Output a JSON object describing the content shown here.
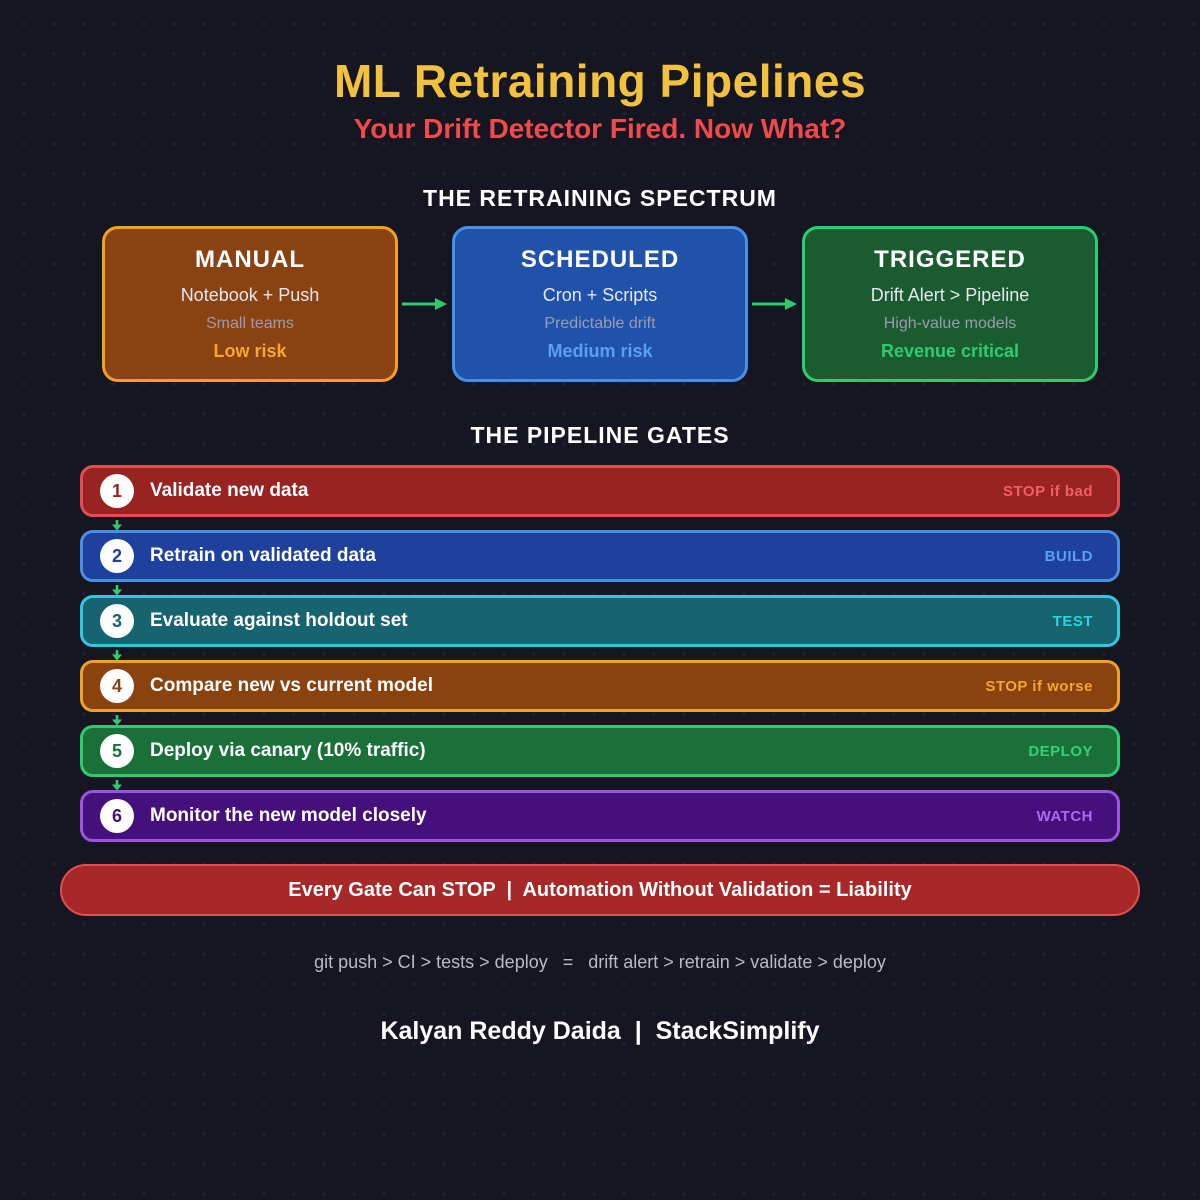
{
  "header": {
    "title": "ML Retraining Pipelines",
    "title_color": "#f2c23e",
    "subtitle": "Your Drift Detector Fired. Now What?",
    "subtitle_color": "#f04a4a"
  },
  "spectrum": {
    "heading": "THE RETRAINING SPECTRUM",
    "arrow_color": "#2ecc71",
    "cards": [
      {
        "title": "MANUAL",
        "line1": "Notebook + Push",
        "line2": "Small teams",
        "risk": "Low risk",
        "fill": "#8a4212",
        "border": "#f0a028",
        "risk_color": "#f5a72b"
      },
      {
        "title": "SCHEDULED",
        "line1": "Cron + Scripts",
        "line2": "Predictable drift",
        "risk": "Medium risk",
        "fill": "#2152aa",
        "border": "#4a90e2",
        "risk_color": "#5b9ff2"
      },
      {
        "title": "TRIGGERED",
        "line1": "Drift Alert > Pipeline",
        "line2": "High-value models",
        "risk": "Revenue critical",
        "fill": "#1a5c30",
        "border": "#2ecc71",
        "risk_color": "#2ecc71"
      }
    ]
  },
  "gates": {
    "heading": "THE PIPELINE GATES",
    "connector_color": "#2ecc71",
    "rows": [
      {
        "num": "1",
        "label": "Validate new data",
        "tag": "STOP if bad",
        "fill": "#992222",
        "border": "#e05050",
        "tag_color": "#f26060"
      },
      {
        "num": "2",
        "label": "Retrain on validated data",
        "tag": "BUILD",
        "fill": "#1f419e",
        "border": "#4a90e2",
        "tag_color": "#5b9ff2"
      },
      {
        "num": "3",
        "label": "Evaluate against holdout set",
        "tag": "TEST",
        "fill": "#156470",
        "border": "#30c8dc",
        "tag_color": "#30d0e0"
      },
      {
        "num": "4",
        "label": "Compare new vs current model",
        "tag": "STOP if worse",
        "fill": "#8a420e",
        "border": "#f0a028",
        "tag_color": "#f5a72b"
      },
      {
        "num": "5",
        "label": "Deploy via canary (10% traffic)",
        "tag": "DEPLOY",
        "fill": "#1a7038",
        "border": "#2ecc71",
        "tag_color": "#33d077"
      },
      {
        "num": "6",
        "label": "Monitor the new model closely",
        "tag": "WATCH",
        "fill": "#45107c",
        "border": "#9b55e0",
        "tag_color": "#a96bf5"
      }
    ],
    "banner": {
      "text": "Every Gate Can STOP  |  Automation Without Validation = Liability",
      "fill": "#a62828",
      "border": "#e05050"
    }
  },
  "footer": {
    "comparison": "git push > CI > tests > deploy   =   drift alert > retrain > validate > deploy",
    "credit": "Kalyan Reddy Daida  |  StackSimplify"
  }
}
